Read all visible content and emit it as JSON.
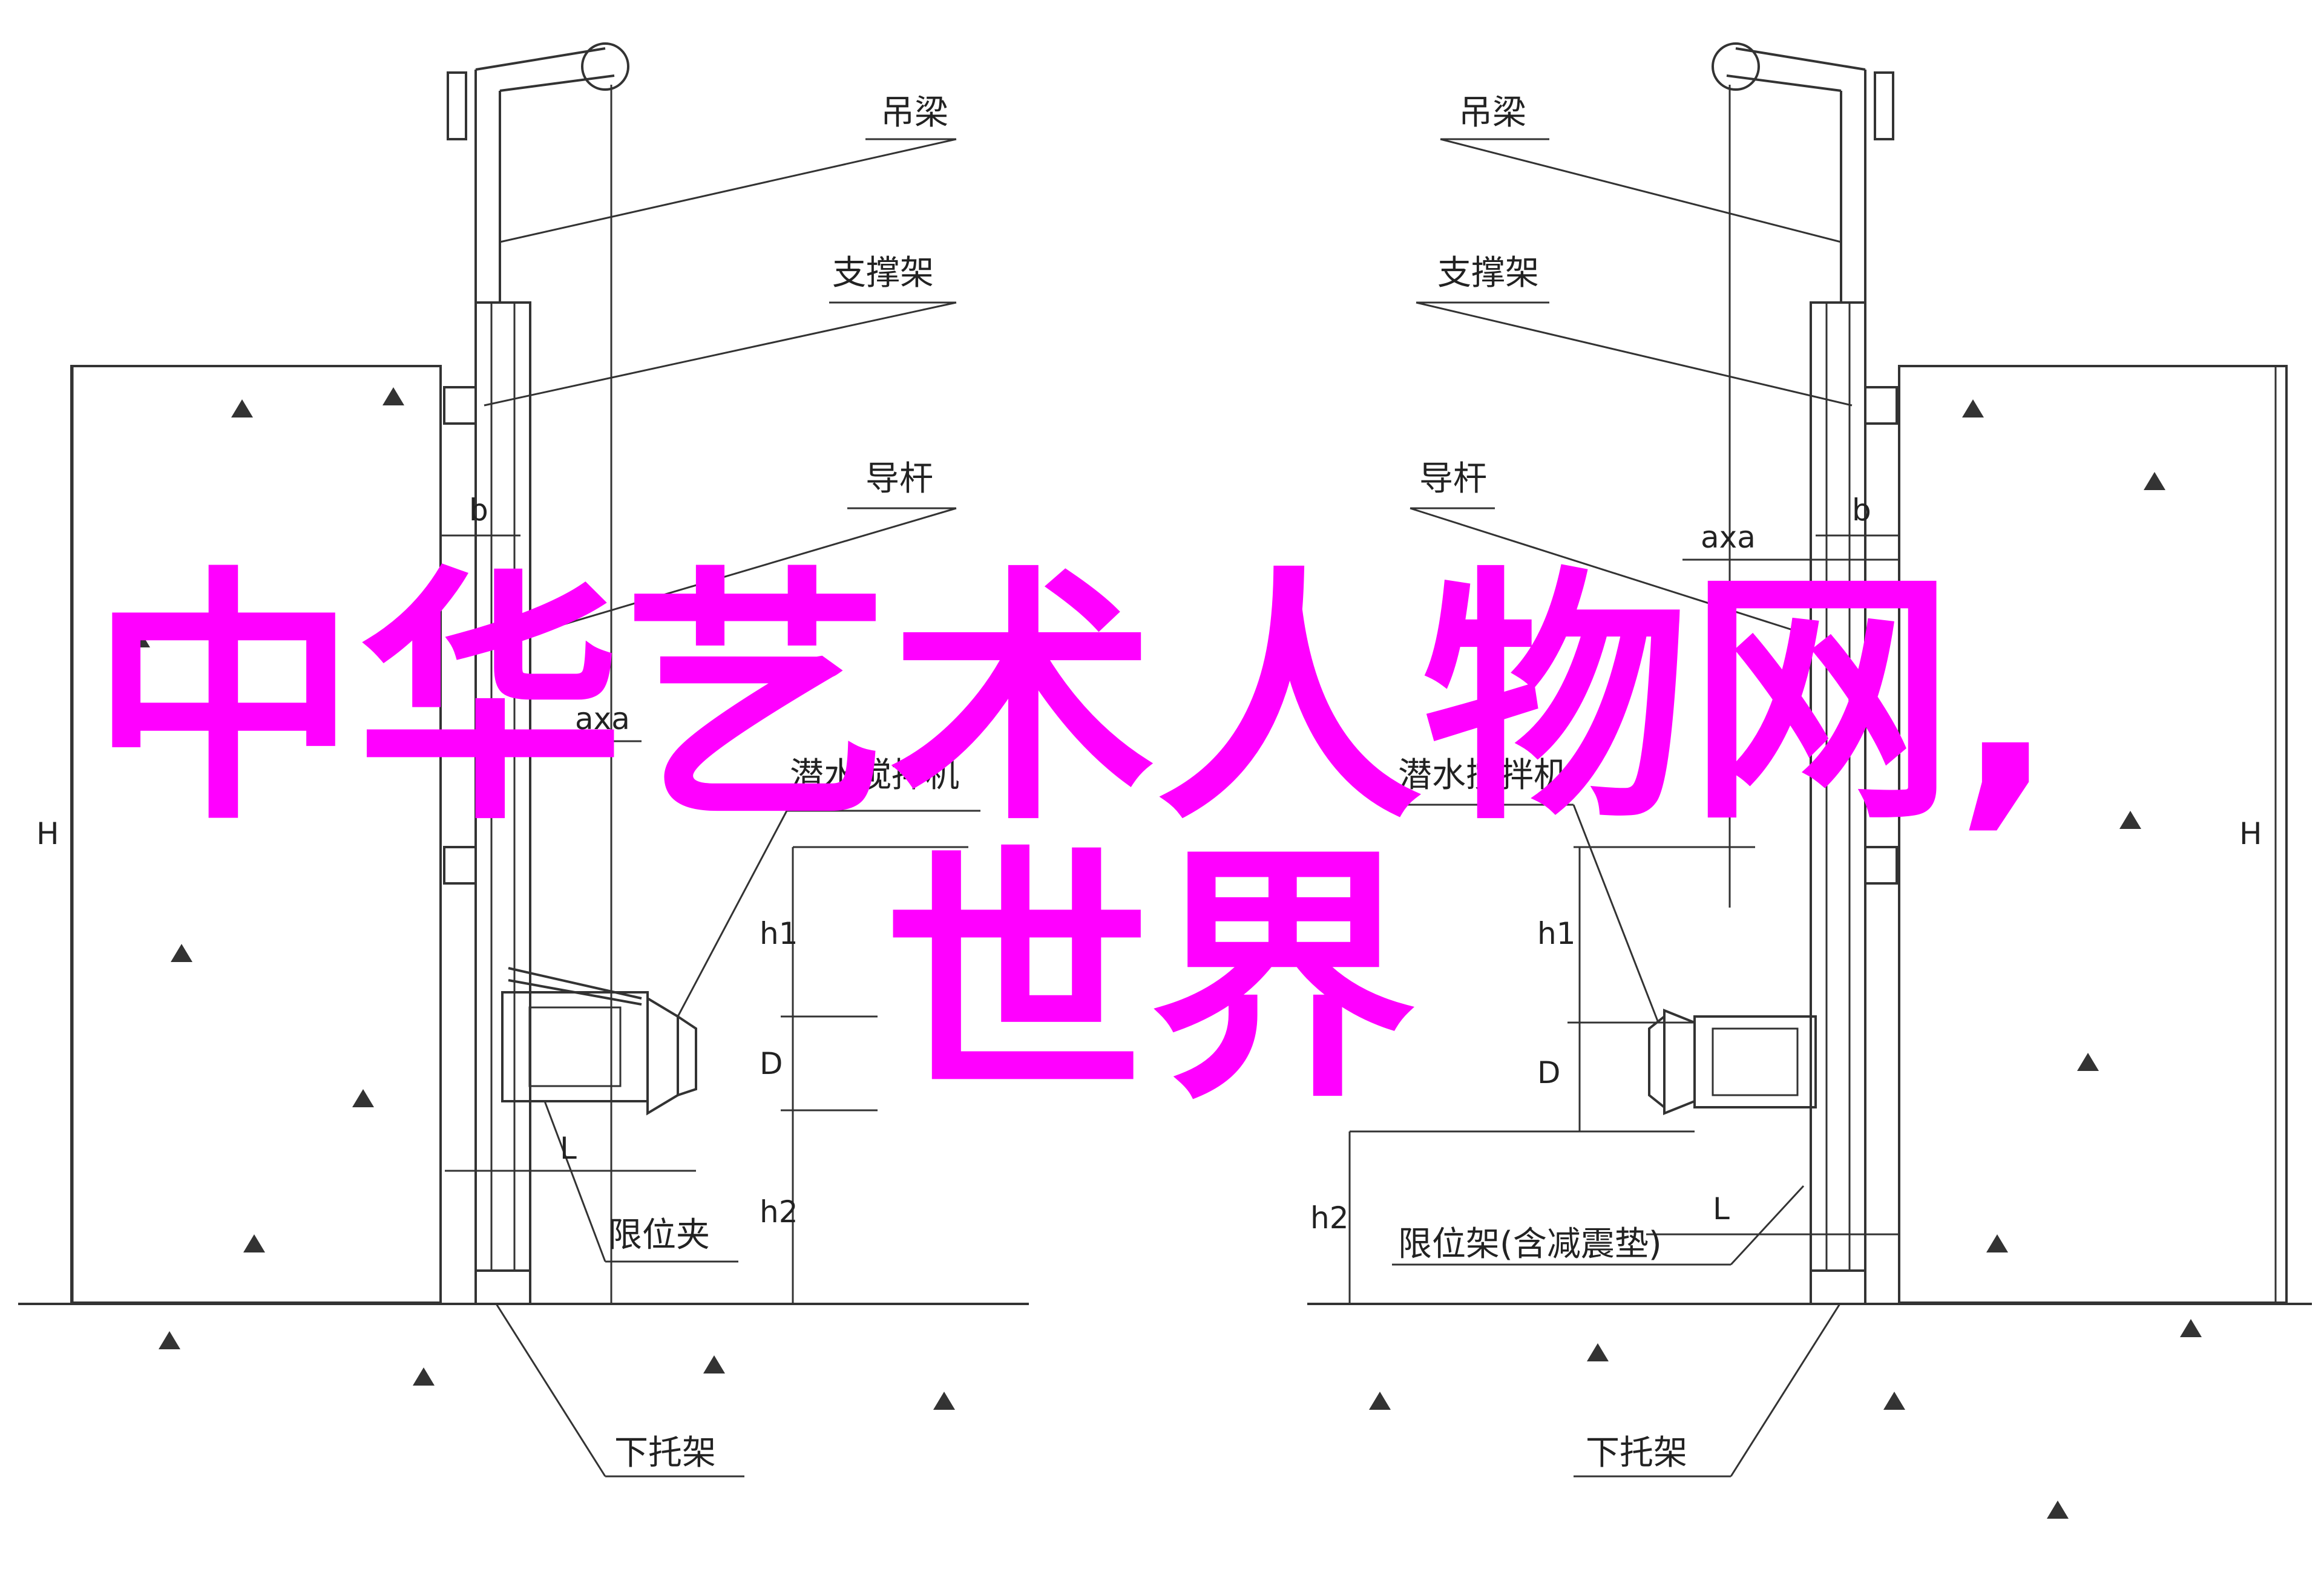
{
  "left": {
    "labels": {
      "hanger_beam": "吊梁",
      "support_frame": "支撑架",
      "guide_rod": "导杆",
      "mixer": "潜水搅拌机",
      "limit_clamp": "限位夹",
      "lower_bracket": "下托架"
    },
    "dims": {
      "b": "b",
      "axa": "axa",
      "H": "H",
      "h1": "h1",
      "D": "D",
      "h2": "h2",
      "L": "L"
    }
  },
  "right": {
    "labels": {
      "hanger_beam": "吊梁",
      "support_frame": "支撑架",
      "guide_rod": "导杆",
      "mixer": "潜水搅拌机",
      "limit_frame": "限位架(含减震垫)",
      "lower_bracket": "下托架"
    },
    "dims": {
      "b": "b",
      "axa": "axa",
      "H": "H",
      "h1": "h1",
      "D": "D",
      "h2": "h2",
      "L": "L"
    }
  },
  "overlay": {
    "line1": "中华艺术人物网,",
    "line2": "世界",
    "color": "#ff00ff"
  }
}
